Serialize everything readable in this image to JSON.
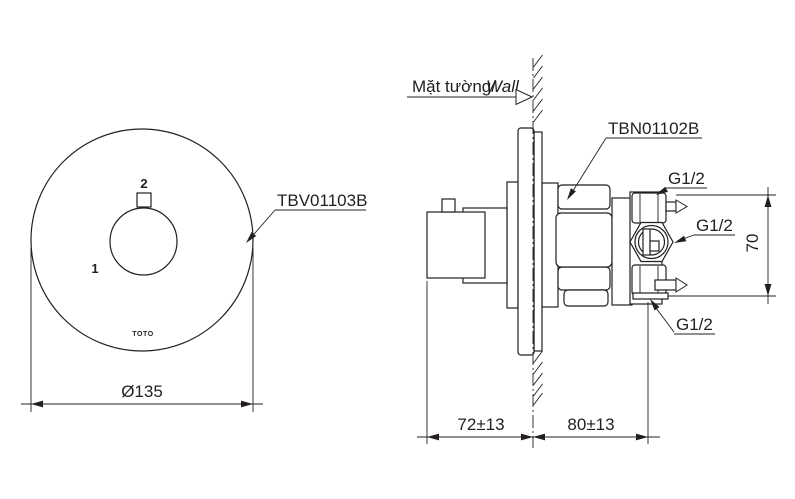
{
  "left_view": {
    "part_label": "TBV01103B",
    "marking_1": "1",
    "marking_2": "2",
    "brand": "TOTO",
    "dim_diameter": "Ø135"
  },
  "right_view": {
    "wall_label": "Mặt tường/",
    "wall_label_italic": "Wall",
    "part_label": "TBN01102B",
    "port_top_label": "G1/2",
    "port_middle_label": "G1/2",
    "port_bottom_label": "G1/2",
    "dim_height": "70",
    "dim_front_depth": "72±13",
    "dim_back_depth": "80±13"
  },
  "colors": {
    "line": "#231f20",
    "background": "#ffffff"
  }
}
